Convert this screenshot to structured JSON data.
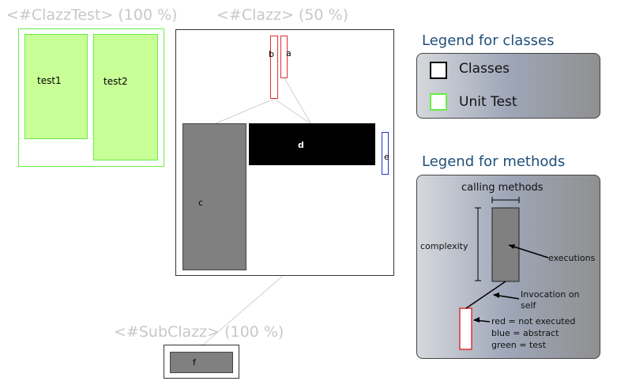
{
  "groups": {
    "clazztest": {
      "title": "<#ClazzTest> (100 %)",
      "methods": [
        "test1",
        "test2"
      ]
    },
    "clazz": {
      "title": "<#Clazz> (50 %)",
      "methods": {
        "a": "a",
        "b": "b",
        "c": "c",
        "d": "d",
        "e": "e"
      }
    },
    "subclazz": {
      "title": "<#SubClazz> (100 %)",
      "methods": {
        "f": "f"
      }
    }
  },
  "legend_classes": {
    "title": "Legend for classes",
    "items": [
      "Classes",
      "Unit Test"
    ]
  },
  "legend_methods": {
    "title": "Legend for methods",
    "calling": "calling methods",
    "complexity": "complexity",
    "executions": "executions",
    "invocation_l1": "Invocation on",
    "invocation_l2": "self",
    "colors": [
      "red = not executed",
      "blue = abstract",
      "green = test"
    ]
  },
  "colors": {
    "test_fill": "#c8ff96",
    "test_border": "#66ee44",
    "method_gray": "#808080",
    "not_executed": "#e03030",
    "abstract": "#2030d0",
    "title_gray": "#c8c8c8",
    "legend_title": "#1f4e79"
  }
}
